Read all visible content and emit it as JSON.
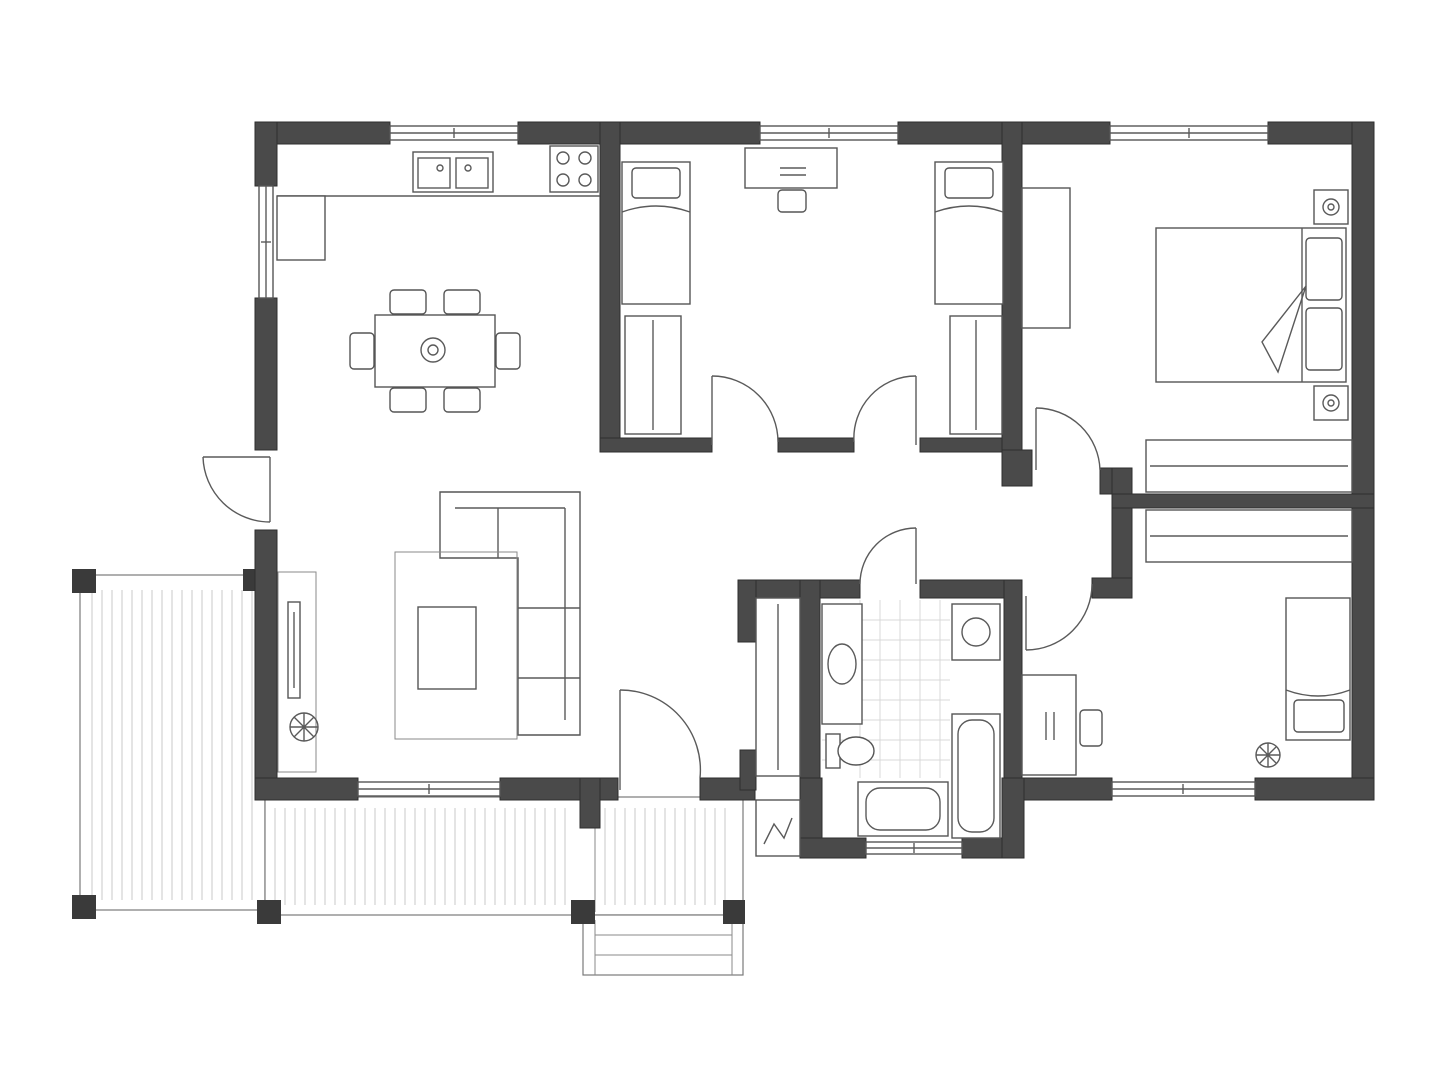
{
  "diagram": {
    "type": "floor-plan",
    "colors": {
      "wall": "#4a4a4a",
      "line": "#5a5a5a",
      "background": "#ffffff"
    },
    "rooms": [
      {
        "name": "kitchen-living-dining",
        "fixtures": [
          "sink-icon",
          "stove-icon",
          "dining-table",
          "sectional-sofa",
          "area-rug",
          "tv-console",
          "plant-icon"
        ]
      },
      {
        "name": "bedroom-twin",
        "fixtures": [
          "twin-bed-left",
          "twin-bed-right",
          "desk",
          "wardrobe-left",
          "wardrobe-right"
        ]
      },
      {
        "name": "bedroom-master",
        "fixtures": [
          "double-bed",
          "nightstand-top",
          "nightstand-bottom",
          "dresser",
          "closet"
        ]
      },
      {
        "name": "bedroom-single",
        "fixtures": [
          "single-bed",
          "desk",
          "closet",
          "plant-icon"
        ]
      },
      {
        "name": "bathroom",
        "fixtures": [
          "vanity",
          "toilet",
          "bathtub",
          "washbasin-icon",
          "shower-tub"
        ]
      },
      {
        "name": "closet-hall",
        "fixtures": [
          "hanging-rail"
        ]
      },
      {
        "name": "porch-deck",
        "fixtures": [
          "deck-boards",
          "steps",
          "posts"
        ]
      }
    ]
  }
}
